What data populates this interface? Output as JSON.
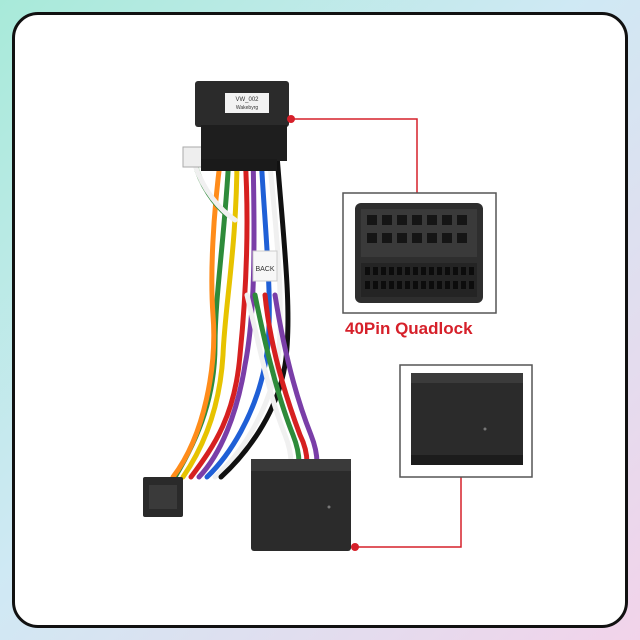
{
  "product": {
    "caption": "40Pin Quadlock",
    "module_label_line1": "VW_002",
    "module_label_line2": "Wakebyrg",
    "wire_tag_label": "BACK"
  },
  "colors": {
    "accent_red": "#d6202a",
    "frame": "#111111",
    "module_black": "#2b2b2b"
  }
}
